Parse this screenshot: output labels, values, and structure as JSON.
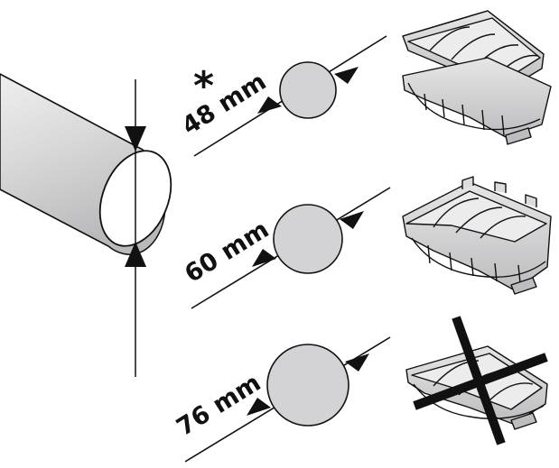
{
  "marker": "*",
  "sizes": [
    {
      "label": "48 mm",
      "supported": true
    },
    {
      "label": "60 mm",
      "supported": true
    },
    {
      "label": "76 mm",
      "supported": false
    }
  ],
  "colors": {
    "pipe_fill": "#d7d7d8",
    "circle_fill": "#d3d3d5",
    "clamp_fill": "#dcdcdd",
    "line": "#111111"
  }
}
